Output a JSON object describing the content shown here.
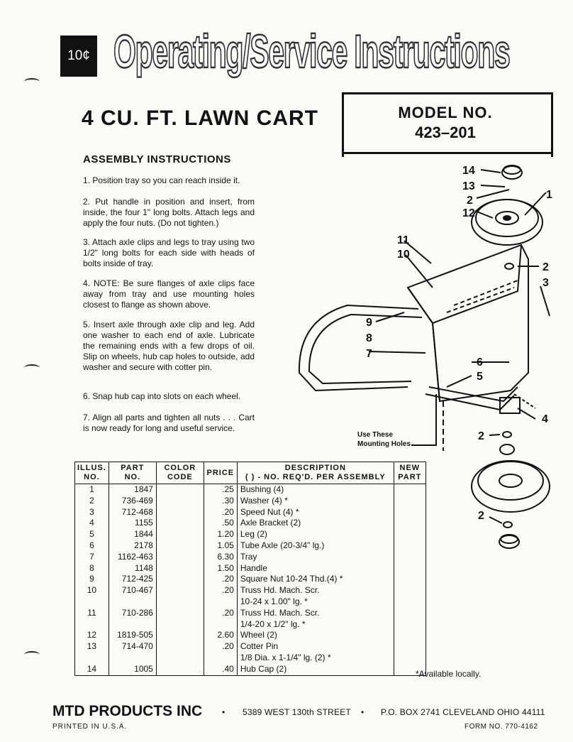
{
  "header": {
    "price_badge": "10¢",
    "main_title": "Operating/Service Instructions",
    "product_title": "4 CU. FT. LAWN CART",
    "model_label": "MODEL NO.",
    "model_number": "423–201"
  },
  "assembly": {
    "heading": "ASSEMBLY INSTRUCTIONS",
    "steps": [
      "1. Position tray so you can reach inside it.",
      "2. Put handle in position and insert, from inside, the four 1\" long bolts. Attach legs and apply the four nuts. (Do not tighten.)",
      "3. Attach axle clips and legs to tray using two 1/2\" long bolts for each side with heads of bolts inside of tray.",
      "4. NOTE: Be sure flanges of axle clips face away from tray and use mounting holes closest to flange as shown above.",
      "5. Insert axle through axle clip and leg. Add one washer to each end of axle. Lubricate the remaining ends with a few drops of oil. Slip on wheels, hub cap holes to outside, add washer and secure with cotter pin.",
      "6. Snap hub cap into slots on each wheel.",
      "7. Align all parts and tighten all nuts . . . Cart is now ready for long and useful service."
    ]
  },
  "diagram": {
    "mounting_label_1": "Use These",
    "mounting_label_2": "Mounting Holes",
    "callouts": [
      "14",
      "13",
      "2",
      "1",
      "12",
      "11",
      "10",
      "2",
      "3",
      "9",
      "8",
      "7",
      "6",
      "5",
      "4",
      "2",
      "2"
    ]
  },
  "parts_table": {
    "headers": {
      "illus": [
        "ILLUS.",
        "NO."
      ],
      "part": [
        "PART",
        "NO."
      ],
      "color": [
        "COLOR",
        "CODE"
      ],
      "price": [
        "PRICE"
      ],
      "desc": [
        "DESCRIPTION",
        "( ) - NO. REQ'D. PER ASSEMBLY"
      ],
      "new": [
        "NEW",
        "PART"
      ]
    },
    "rows": [
      {
        "illus": "1",
        "part": "1847",
        "price": ".25",
        "desc": "Bushing (4)"
      },
      {
        "illus": "2",
        "part": "736-469",
        "price": ".30",
        "desc": "Washer (4) *"
      },
      {
        "illus": "3",
        "part": "712-468",
        "price": ".20",
        "desc": "Speed Nut (4) *"
      },
      {
        "illus": "4",
        "part": "1155",
        "price": ".50",
        "desc": "Axle Bracket (2)"
      },
      {
        "illus": "5",
        "part": "1844",
        "price": "1.20",
        "desc": "Leg (2)"
      },
      {
        "illus": "6",
        "part": "2178",
        "price": "1.05",
        "desc": "Tube Axle (20-3/4\" lg.)"
      },
      {
        "illus": "7",
        "part": "1162-463",
        "price": "6.30",
        "desc": "Tray"
      },
      {
        "illus": "8",
        "part": "1148",
        "price": "1.50",
        "desc": "Handle"
      },
      {
        "illus": "9",
        "part": "712-425",
        "price": ".20",
        "desc": "Square Nut 10-24 Thd.(4) *"
      },
      {
        "illus": "10",
        "part": "710-467",
        "price": ".20",
        "desc": "Truss Hd. Mach. Scr."
      },
      {
        "illus": "",
        "part": "",
        "price": "",
        "desc": "10-24 x 1.00\" lg. *"
      },
      {
        "illus": "11",
        "part": "710-286",
        "price": ".20",
        "desc": "Truss Hd. Mach. Scr."
      },
      {
        "illus": "",
        "part": "",
        "price": "",
        "desc": "1/4-20 x 1/2\" lg. *"
      },
      {
        "illus": "12",
        "part": "1819-505",
        "price": "2.60",
        "desc": "Wheel (2)"
      },
      {
        "illus": "13",
        "part": "714-470",
        "price": ".20",
        "desc": "Cotter Pin"
      },
      {
        "illus": "",
        "part": "",
        "price": "",
        "desc": "1/8 Dia. x 1-1/4\" lg. (2) *"
      },
      {
        "illus": "14",
        "part": "1005",
        "price": ".40",
        "desc": "Hub Cap (2)"
      }
    ]
  },
  "notes": {
    "available": "*Available locally."
  },
  "footer": {
    "company": "MTD PRODUCTS INC",
    "bullet": "•",
    "street": "5389 WEST 130th STREET",
    "pobox": "P.O. BOX 2741 CLEVELAND OHIO 44111",
    "printed": "PRINTED IN U.S.A.",
    "form_no": "FORM NO. 770-4162"
  }
}
